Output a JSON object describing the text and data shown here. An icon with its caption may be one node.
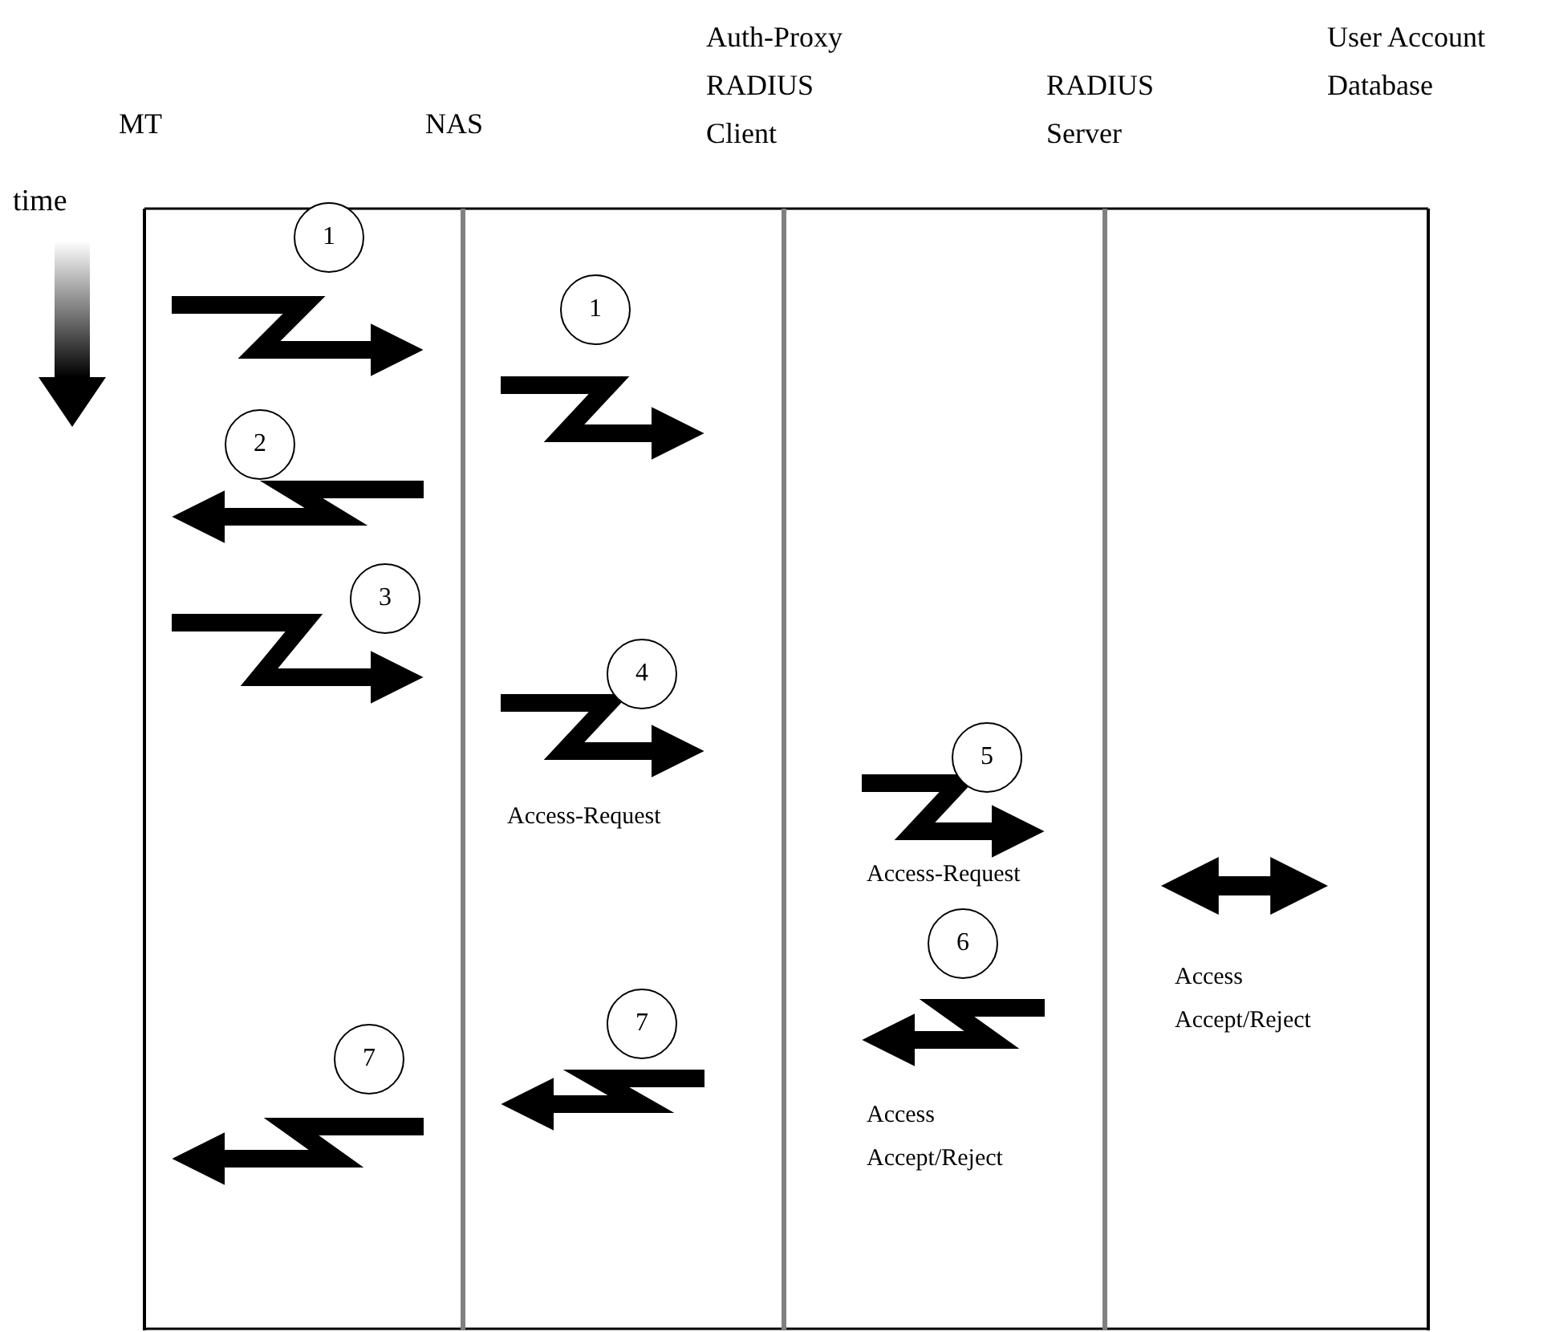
{
  "diagram": {
    "nodes": [
      {
        "text": [
          "MT"
        ]
      },
      {
        "text": [
          "NAS"
        ]
      },
      {
        "text": [
          "Auth-Proxy RADIUS Client"
        ]
      },
      {
        "text": [
          "RADIUS Server"
        ]
      },
      {
        "text": [
          "User Account Database"
        ]
      }
    ],
    "edges": [
      {
        "from": 0,
        "to": 1,
        "arrow": "to",
        "label": "1"
      },
      {
        "from": 1,
        "to": 2,
        "arrow": "to",
        "label": "1"
      },
      {
        "from": 1,
        "to": 0,
        "arrow": "to",
        "label": "2"
      },
      {
        "from": 0,
        "to": 1,
        "arrow": "to",
        "label": "3"
      },
      {
        "from": 1,
        "to": 2,
        "arrow": "to",
        "label": "4"
      },
      {
        "from": 2,
        "to": 3,
        "arrow": "to",
        "label": "5"
      },
      {
        "from": 3,
        "to": 4,
        "arrow": "both",
        "label": "Access Accept/Reject"
      },
      {
        "from": 3,
        "to": 2,
        "arrow": "to",
        "label": "6"
      },
      {
        "from": 2,
        "to": 1,
        "arrow": "to",
        "label": "7"
      },
      {
        "from": 1,
        "to": 0,
        "arrow": "to",
        "label": "7"
      }
    ],
    "labels": [
      "time",
      "Access-Request",
      "Access-Request",
      "Access Accept/Reject"
    ]
  }
}
